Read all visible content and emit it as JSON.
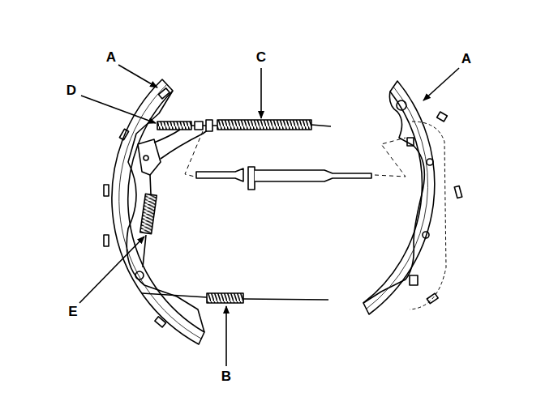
{
  "diagram": {
    "labels": [
      "A",
      "C",
      "A",
      "D",
      "E",
      "B"
    ]
  }
}
